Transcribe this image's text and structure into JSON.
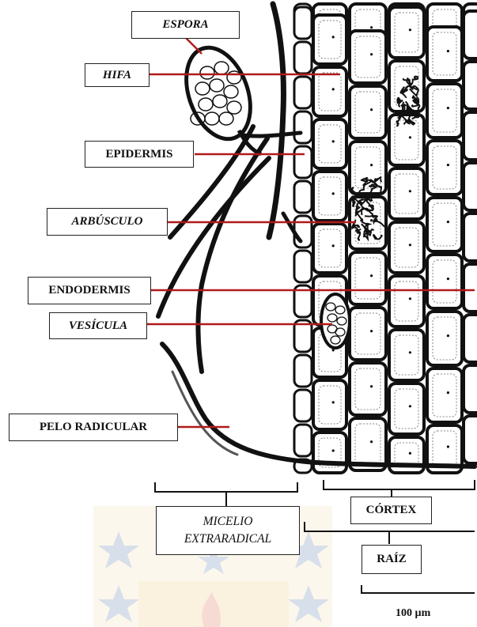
{
  "labels": {
    "espora": "ESPORA",
    "hifa": "HIFA",
    "epidermis": "EPIDERMIS",
    "arbusculo": "ARBÚSCULO",
    "endodermis": "ENDODERMIS",
    "vesicula": "VESÍCULA",
    "pelo_radicular": "PELO RADICULAR",
    "micelio_line1": "MICELIO",
    "micelio_line2": "EXTRARADICAL",
    "cortex": "CÓRTEX",
    "raiz": "RAÍZ",
    "scale": "100 µm"
  },
  "colors": {
    "leader_line": "#b01a1a",
    "ink": "#111111",
    "watermark_blue": "#8fa6c8",
    "watermark_gold": "#e8c98a",
    "watermark_red": "#e79a8a"
  }
}
